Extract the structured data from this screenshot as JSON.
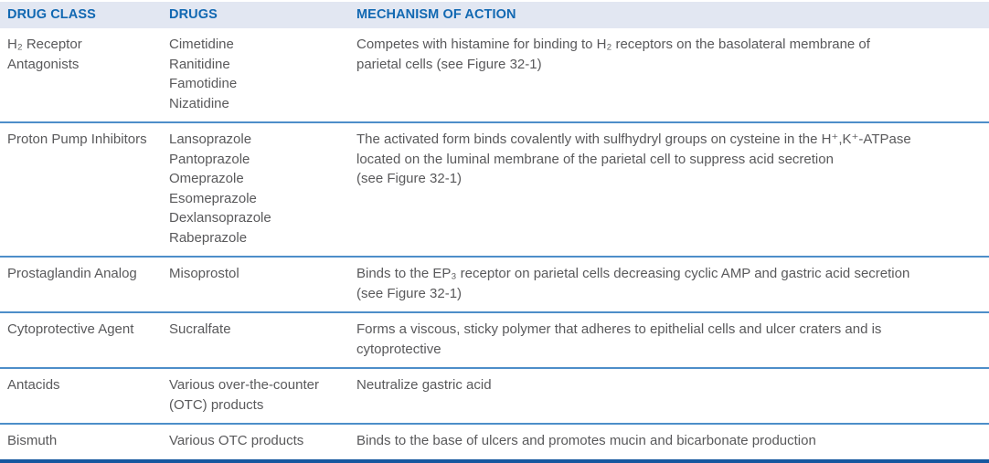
{
  "colors": {
    "header_bg": "#e2e7f2",
    "header_text": "#1168b2",
    "body_text": "#59595b",
    "row_divider": "#4d8ec9",
    "bottom_border": "#15589f"
  },
  "table": {
    "headers": [
      "DRUG CLASS",
      "DRUGS",
      "MECHANISM OF ACTION"
    ],
    "rows": [
      {
        "drug_class": "H₂ Receptor Antagonists",
        "drugs": [
          "Cimetidine",
          "Ranitidine",
          "Famotidine",
          "Nizatidine"
        ],
        "mechanism": "Competes with histamine for binding to H₂ receptors on the basolateral membrane of\nparietal cells (see Figure 32-1)"
      },
      {
        "drug_class": "Proton Pump Inhibitors",
        "drugs": [
          "Lansoprazole",
          "Pantoprazole",
          "Omeprazole",
          "Esomeprazole",
          "Dexlansoprazole",
          "Rabeprazole"
        ],
        "mechanism": "The activated form binds covalently with sulfhydryl groups on cysteine in the H⁺,K⁺-ATPase\nlocated on the luminal membrane of the parietal cell to suppress acid secretion\n(see Figure 32-1)"
      },
      {
        "drug_class": "Prostaglandin Analog",
        "drugs": [
          "Misoprostol"
        ],
        "mechanism": "Binds to the EP₃ receptor on parietal cells decreasing cyclic AMP and gastric acid secretion\n(see Figure 32-1)"
      },
      {
        "drug_class": "Cytoprotective Agent",
        "drugs": [
          "Sucralfate"
        ],
        "mechanism": "Forms a viscous, sticky polymer that adheres to epithelial cells and ulcer craters and is\ncytoprotective"
      },
      {
        "drug_class": "Antacids",
        "drugs": [
          "Various over-the-counter\n(OTC) products"
        ],
        "mechanism": "Neutralize gastric acid"
      },
      {
        "drug_class": "Bismuth",
        "drugs": [
          "Various OTC products"
        ],
        "mechanism": "Binds to the base of ulcers and promotes mucin and bicarbonate production"
      }
    ]
  }
}
